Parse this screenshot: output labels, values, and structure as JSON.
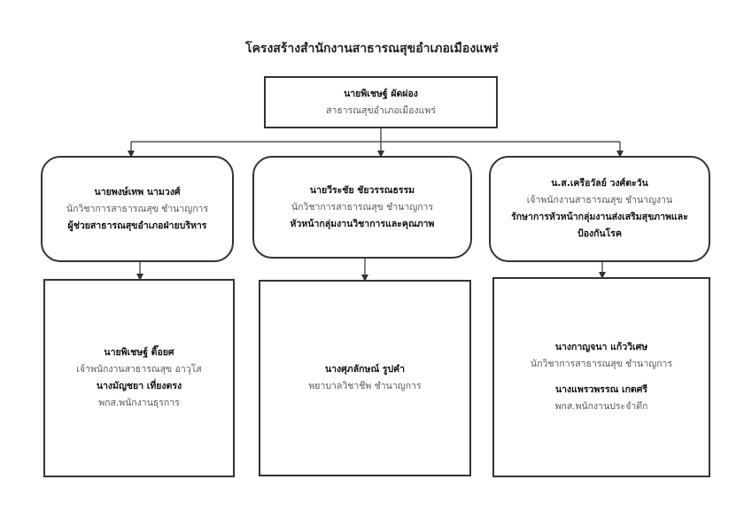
{
  "title": "โครงสร้างสำนักงานสาธารณสุขอำเภอเมืองแพร่",
  "top": {
    "name": "นายพิเชษฐ์ ผัดผ่อง",
    "position": "สาธารณสุขอำเภอเมืองแพร่"
  },
  "branches": [
    {
      "head": {
        "name": "นายพงษ์เทพ นามวงศ์",
        "position": "นักวิชาการสาธารณสุข ชำนาญการ",
        "role": "ผู้ช่วยสาธารณสุขอำเภอฝ่ายบริหาร"
      },
      "staff": [
        {
          "name": "นายพิเชษฐ์ ติ๊อยศ",
          "position": "เจ้าพนักงานสาธารณสุข อาวุโส"
        },
        {
          "name": "นางมัญชยา เที่ยงตรง",
          "position": "พกส.พนักงานธุรการ"
        }
      ]
    },
    {
      "head": {
        "name": "นายวีระชัย ชัยวรรณธรรม",
        "position": "นักวิชาการสาธารณสุข ชำนาญการ",
        "role": "หัวหน้ากลุ่มงานวิชาการและคุณภาพ"
      },
      "staff": [
        {
          "name": "นางศุภลักษณ์ รูปคำ",
          "position": "พยาบาลวิชาชีพ ชำนาญการ"
        }
      ]
    },
    {
      "head": {
        "name": "น.ส.เครือวัลย์ วงศ์ตะวัน",
        "position": "เจ้าพนักงานสาธารณสุข ชำนาญงาน",
        "role_line1": "รักษาการหัวหน้ากลุ่มงานส่งเสริมสุขภาพและ",
        "role_line2": "ป้องกันโรค"
      },
      "staff": [
        {
          "name": "นางกาญจนา แก้ววิเศษ",
          "position": "นักวิชาการสาธารณสุข ชำนาญการ"
        },
        {
          "name": "นางแพรวพรรณ เกตศรี",
          "position": "พกส.พนักงานประจำตึก"
        }
      ]
    }
  ]
}
